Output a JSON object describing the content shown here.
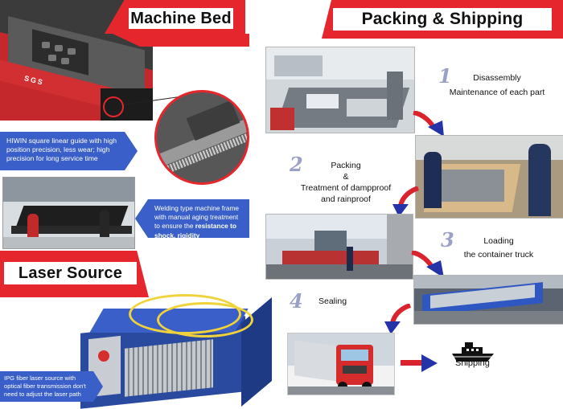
{
  "machine_bed": {
    "title": "Machine Bed",
    "caption_guide": "HIWIN square linear guide with high position precision, less wear; high precision for long service time",
    "caption_frame_normal": "Welding type machine frame with manual aging treatment to ensure the ",
    "caption_frame_bold": "resistance to shock, rigidity",
    "bed_brand_text": "SGS"
  },
  "laser_source": {
    "title": "Laser Source",
    "caption": "IPG fiber laser source with optical fiber transmission don't need to adjust the laser path"
  },
  "packing": {
    "title": "Packing & Shipping",
    "steps": [
      {
        "num": "1",
        "label_line1": "Disassembly",
        "label_line2": "Maintenance of each part"
      },
      {
        "num": "2",
        "label_line1": "Packing",
        "label_line2": "&",
        "label_line3": "Treatment of dampproof",
        "label_line4": "and rainproof"
      },
      {
        "num": "3",
        "label_line1": "Loading",
        "label_line2": "the container truck"
      },
      {
        "num": "4",
        "label_line1": "Sealing"
      }
    ],
    "shipping_label": "Shipping"
  },
  "colors": {
    "red": "#e6262d",
    "blue": "#3a5fc8",
    "arrow_red": "#d9232d",
    "arrow_blue": "#2433a8"
  }
}
